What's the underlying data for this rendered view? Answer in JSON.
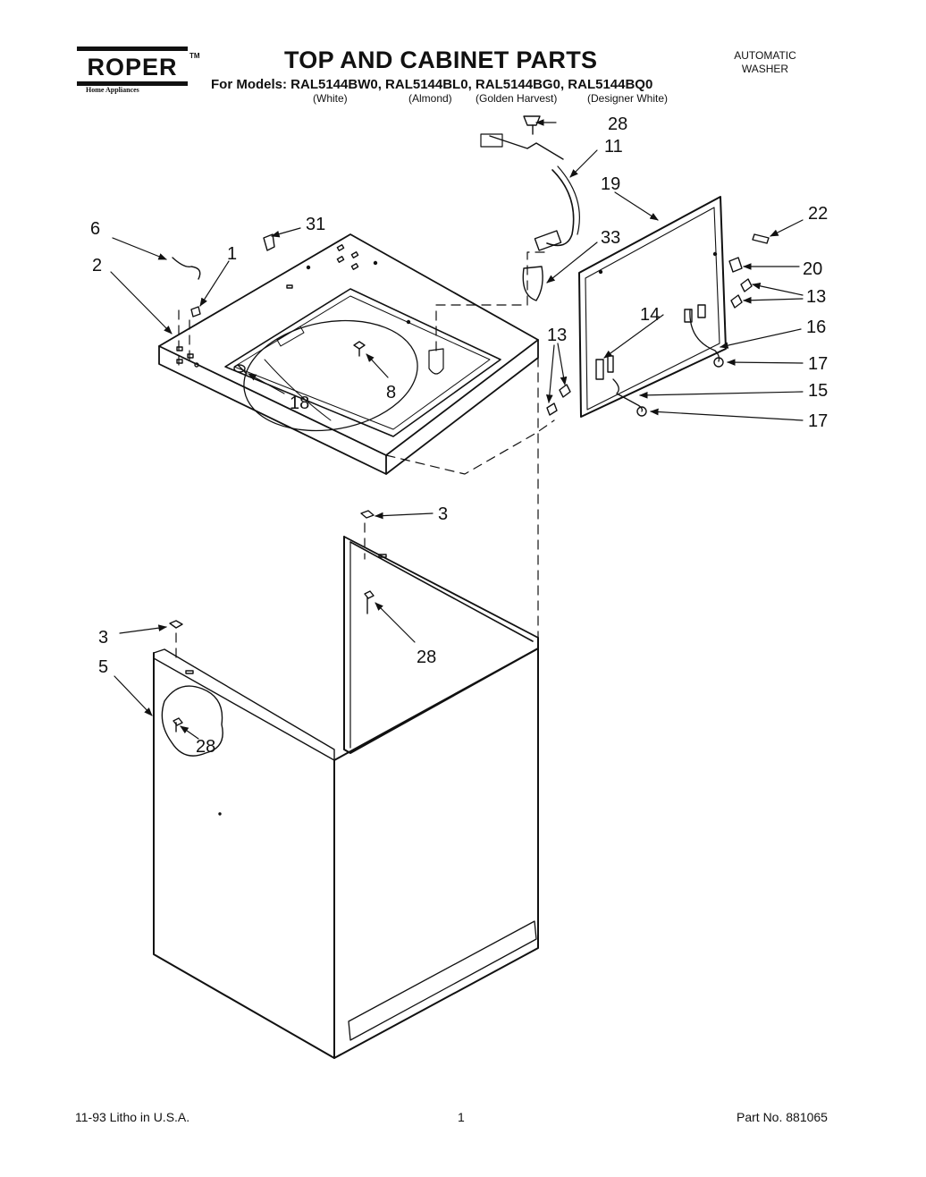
{
  "header": {
    "brand": "ROPER",
    "brand_tm": "TM",
    "brand_subtitle": "Home Appliances",
    "title": "TOP AND CABINET PARTS",
    "models_line": "For Models:  RAL5144BW0, RAL5144BL0, RAL5144BG0, RAL5144BQ0",
    "variants": [
      "(White)",
      "(Almond)",
      "(Golden Harvest)",
      "(Designer White)"
    ],
    "product_line1": "AUTOMATIC",
    "product_line2": "WASHER"
  },
  "callouts": [
    "28",
    "11",
    "19",
    "22",
    "6",
    "31",
    "33",
    "1",
    "2",
    "20",
    "13",
    "14",
    "13",
    "16",
    "17",
    "8",
    "18",
    "15",
    "17",
    "3",
    "28",
    "3",
    "5",
    "28"
  ],
  "footer": {
    "left": "11-93 Litho in U.S.A.",
    "center": "1",
    "right": "Part No. 881065"
  }
}
